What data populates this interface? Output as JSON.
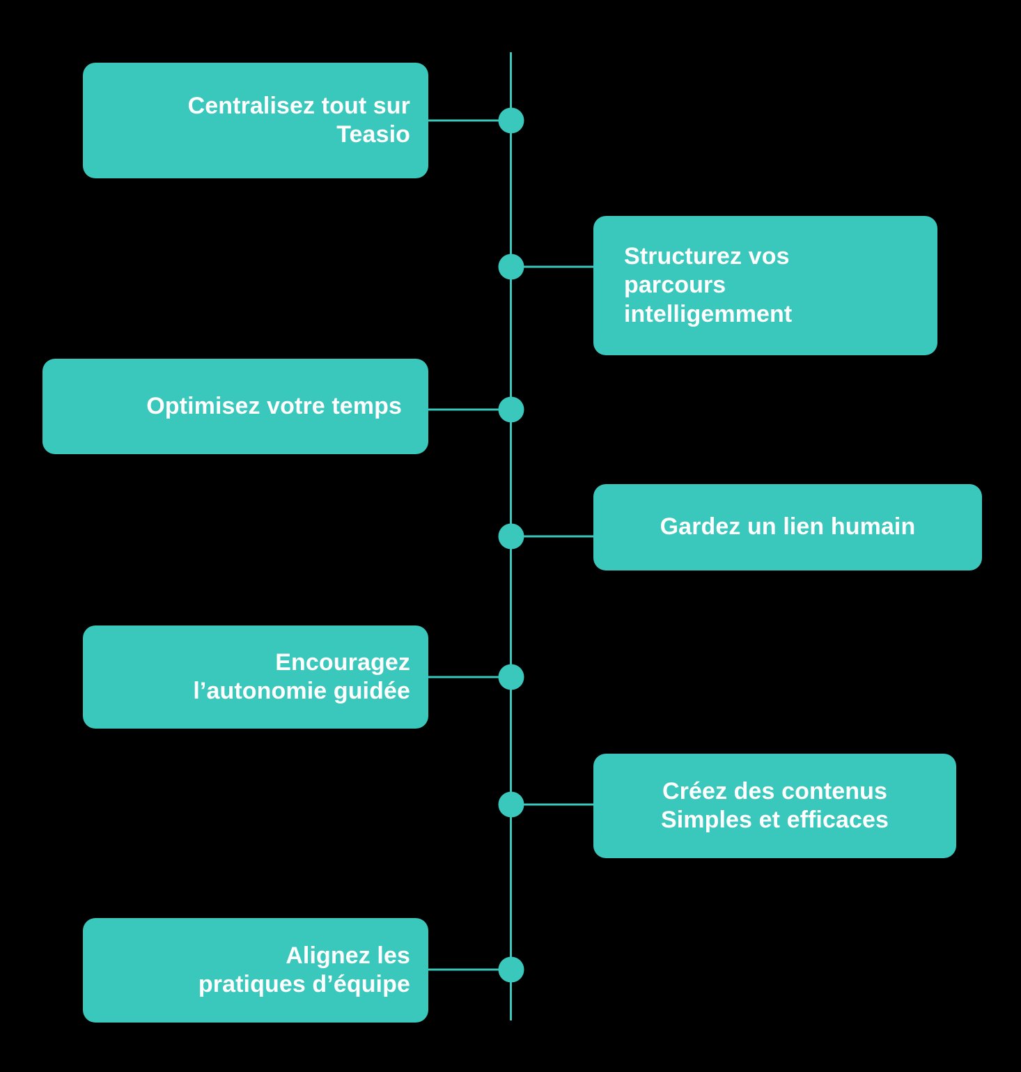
{
  "diagram": {
    "type": "vertical-timeline",
    "title": "",
    "background_color": "#000000",
    "accent_color": "#3ac7bc",
    "text_color": "#ffffff",
    "axis": {
      "orientation": "vertical",
      "node_count": 7
    },
    "nodes": [
      {
        "index": 1,
        "side": "left",
        "text_align": "right",
        "lines": [
          "Centralisez tout sur",
          "Teasio"
        ],
        "label": "Centralisez tout sur Teasio"
      },
      {
        "index": 2,
        "side": "right",
        "text_align": "left",
        "lines": [
          "Structurez vos",
          "parcours",
          "intelligemment"
        ],
        "label": "Structurez vos parcours intelligemment"
      },
      {
        "index": 3,
        "side": "left",
        "text_align": "right",
        "lines": [
          "Optimisez votre temps"
        ],
        "label": "Optimisez votre temps"
      },
      {
        "index": 4,
        "side": "right",
        "text_align": "center",
        "lines": [
          "Gardez un lien humain"
        ],
        "label": "Gardez un lien humain"
      },
      {
        "index": 5,
        "side": "left",
        "text_align": "right",
        "lines": [
          "Encouragez",
          "l’autonomie guidée"
        ],
        "label": "Encouragez l’autonomie guidée"
      },
      {
        "index": 6,
        "side": "right",
        "text_align": "center",
        "lines": [
          "Créez des contenus",
          "Simples et efficaces"
        ],
        "label": "Créez des contenus Simples et efficaces"
      },
      {
        "index": 7,
        "side": "left",
        "text_align": "right",
        "lines": [
          "Alignez les",
          "pratiques d’équipe"
        ],
        "label": "Alignez les pratiques d’équipe"
      }
    ]
  }
}
